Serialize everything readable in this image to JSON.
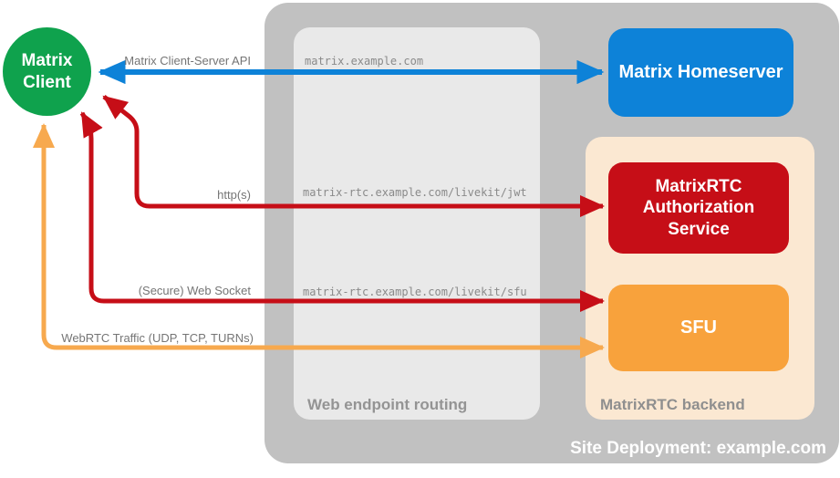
{
  "containers": {
    "site_deployment": {
      "label": "Site Deployment: example.com",
      "color": "#c1c1c1"
    },
    "web_endpoint_routing": {
      "label": "Web endpoint routing",
      "color": "#e9e9e9"
    },
    "matrixrtc_backend": {
      "label": "MatrixRTC backend",
      "color": "#fbe8d2"
    }
  },
  "nodes": {
    "matrix_client": {
      "lines": [
        "Matrix",
        "Client"
      ],
      "color": "#0fa24d",
      "shape": "circle"
    },
    "matrix_homeserver": {
      "label": "Matrix Homeserver",
      "color": "#0d82d8"
    },
    "matrixrtc_authorization_service": {
      "lines": [
        "MatrixRTC",
        "Authorization",
        "Service"
      ],
      "color": "#c60e17"
    },
    "sfu": {
      "label": "SFU",
      "color": "#f8a23c"
    }
  },
  "edges": [
    {
      "id": "matrix-client-server-api",
      "label": "Matrix Client-Server API",
      "route": "matrix.example.com",
      "color": "#0d82d8",
      "bidirectional": true
    },
    {
      "id": "https",
      "label": "http(s)",
      "route": "matrix-rtc.example.com/livekit/jwt",
      "color": "#c60e17",
      "bidirectional": true
    },
    {
      "id": "secure-web-socket",
      "label": "(Secure) Web Socket",
      "route": "matrix-rtc.example.com/livekit/sfu",
      "color": "#c60e17",
      "bidirectional": true
    },
    {
      "id": "webrtc-traffic",
      "label": "WebRTC Traffic (UDP, TCP, TURNs)",
      "color": "#f7a94e",
      "bidirectional": true
    }
  ]
}
